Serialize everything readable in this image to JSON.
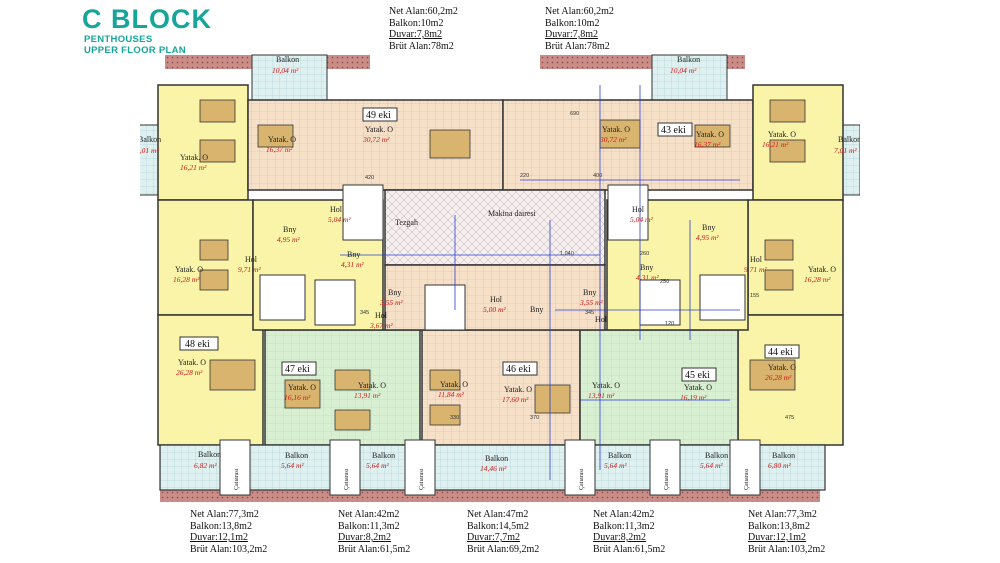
{
  "title": {
    "main": "C BLOCK",
    "line1": "PENTHOUSES",
    "line2": "UPPER FLOOR PLAN"
  },
  "area_blocks": {
    "top_left": {
      "net": "Net Alan:60,2m2",
      "balkon": "Balkon:10m2",
      "duvar": "Duvar:7,8m2",
      "brut": "Brüt Alan:78m2"
    },
    "top_right": {
      "net": "Net Alan:60,2m2",
      "balkon": "Balkon:10m2",
      "duvar": "Duvar:7,8m2",
      "brut": "Brüt Alan:78m2"
    },
    "bottom": [
      {
        "net": "Net Alan:77,3m2",
        "balkon": "Balkon:13,8m2",
        "duvar": "Duvar:12,1m2",
        "brut": "Brüt Alan:103,2m2"
      },
      {
        "net": "Net Alan:42m2",
        "balkon": "Balkon:11,3m2",
        "duvar": "Duvar:8,2m2",
        "brut": "Brüt Alan:61,5m2"
      },
      {
        "net": "Net Alan:47m2",
        "balkon": "Balkon:14,5m2",
        "duvar": "Duvar:7,7m2",
        "brut": "Brüt Alan:69,2m2"
      },
      {
        "net": "Net Alan:42m2",
        "balkon": "Balkon:11,3m2",
        "duvar": "Duvar:8,2m2",
        "brut": "Brüt Alan:61,5m2"
      },
      {
        "net": "Net Alan:77,3m2",
        "balkon": "Balkon:13,8m2",
        "duvar": "Duvar:12,1m2",
        "brut": "Brüt Alan:103,2m2"
      }
    ]
  },
  "units": {
    "u48": "48 eki",
    "u47": "47 eki",
    "u46": "46 eki",
    "u45": "45 eki",
    "u44": "44 eki",
    "u49": "49 eki",
    "u43": "43 eki"
  },
  "rooms": {
    "balkon": "Balkon",
    "yatak": "Yatak. O",
    "hol": "Hol",
    "bny": "Bny",
    "tezgah": "Tezgah",
    "makina": "Makina dairesi",
    "saksi": "Çatıarası"
  },
  "areas": {
    "a1004": "10,04 m²",
    "a1637": "16,37 m²",
    "a3072": "30,72 m²",
    "a1621": "16,21 m²",
    "a701": "7,01 m²",
    "a504": "5,04 m²",
    "a971": "9,71 m²",
    "a1628": "16,28 m²",
    "a2628": "26,28 m²",
    "a1616": "16,16 m²",
    "a1391": "13,91 m²",
    "a1184": "11,84 m²",
    "a1760": "17,60 m²",
    "a1619": "16,19 m²",
    "a367": "3,67 m²",
    "a500": "5,00 m²",
    "a495": "4,95 m²",
    "a431": "4,31 m²",
    "a355": "3,55 m²",
    "a682": "6,82 m²",
    "a564": "5,64 m²",
    "a1446": "14,46 m²",
    "a680": "6,80 m²"
  },
  "dims": {
    "d420": "420",
    "d220": "220",
    "d400": "400",
    "d690": "690",
    "d475": "475",
    "d330": "330",
    "d370": "370",
    "d155": "155",
    "d345": "345",
    "d1040": "1.040",
    "d260": "260",
    "d250": "250",
    "d120": "120"
  }
}
